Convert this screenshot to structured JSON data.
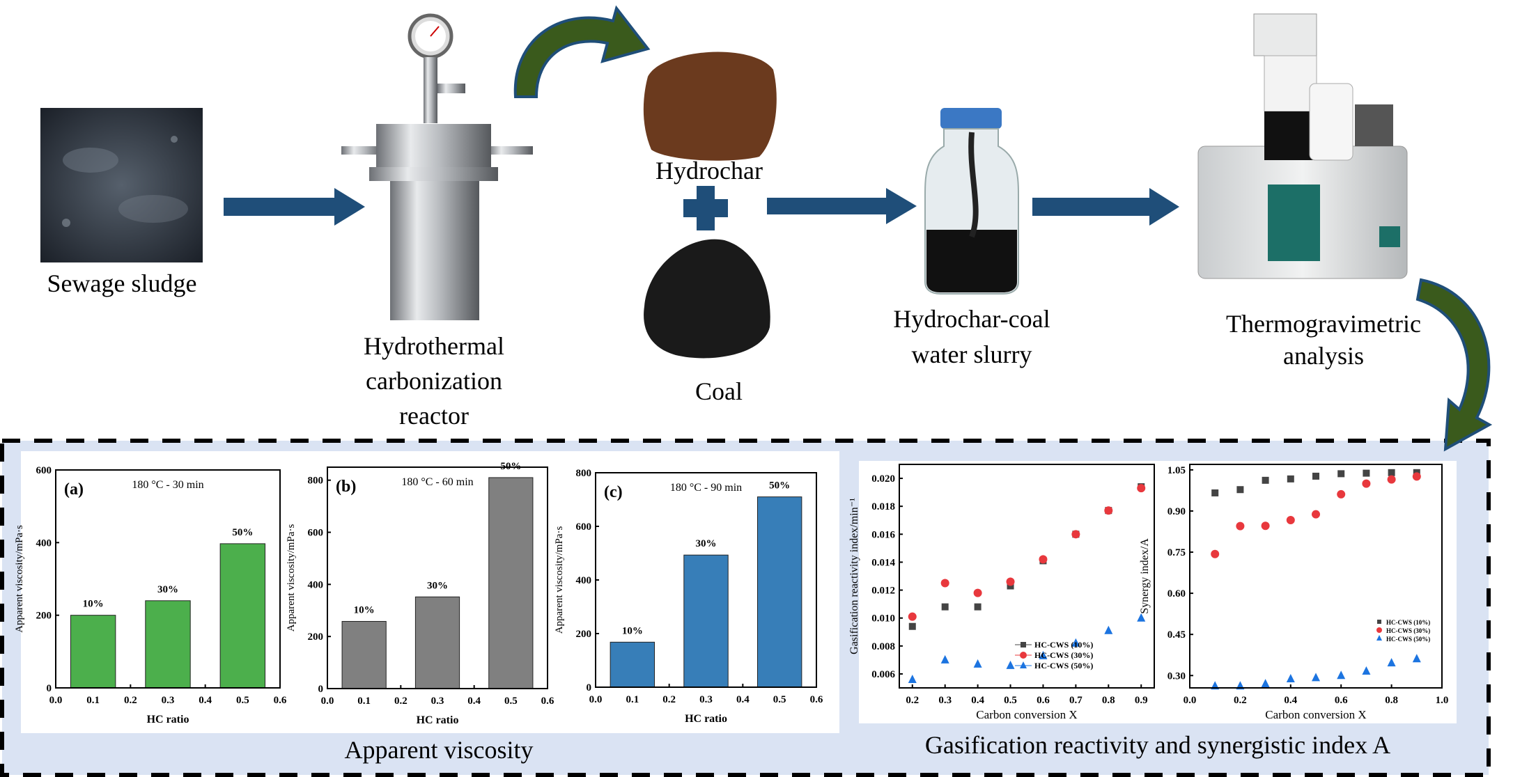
{
  "process": {
    "sewage_sludge": "Sewage sludge",
    "reactor": [
      "Hydrothermal",
      "carbonization",
      "reactor"
    ],
    "hydrochar": "Hydrochar",
    "coal": "Coal",
    "slurry": [
      "Hydrochar-coal",
      "water slurry"
    ],
    "tga": [
      "Thermogravimetric",
      "analysis"
    ]
  },
  "captions": {
    "viscosity": "Apparent viscosity",
    "gasification": "Gasification reactivity and synergistic index A"
  },
  "colors": {
    "flow_arrow": "#1f4e79",
    "curved_arrow": "#3a5a1c",
    "panel_bg": "#dae3f3",
    "bar_a": "#4caf4c",
    "bar_b": "#808080",
    "bar_c": "#377eb8",
    "hc10": "#444444",
    "hc30": "#e8383d",
    "hc50": "#1c74e0"
  },
  "chart_data": [
    {
      "type": "bar",
      "panel": "(a)",
      "annotation": "180 °C - 30 min",
      "xlabel": "HC ratio",
      "ylabel": "Apparent viscosity/mPa·s",
      "x": [
        0.1,
        0.3,
        0.5
      ],
      "values": [
        200,
        240,
        397
      ],
      "bar_labels": [
        "10%",
        "30%",
        "50%"
      ],
      "bar_width": 0.12,
      "xlim": [
        0,
        0.6
      ],
      "ylim": [
        0,
        600
      ],
      "xticks": [
        "0.0",
        "0.1",
        "0.2",
        "0.3",
        "0.4",
        "0.5",
        "0.6"
      ],
      "yticks": [
        "0",
        "200",
        "400",
        "600"
      ]
    },
    {
      "type": "bar",
      "panel": "(b)",
      "annotation": "180 °C - 60 min",
      "xlabel": "HC ratio",
      "ylabel": "Apparent viscosity/mPa·s",
      "x": [
        0.1,
        0.3,
        0.5
      ],
      "values": [
        258,
        352,
        810
      ],
      "bar_labels": [
        "10%",
        "30%",
        "50%"
      ],
      "bar_width": 0.12,
      "xlim": [
        0,
        0.6
      ],
      "ylim": [
        0,
        850
      ],
      "xticks": [
        "0.0",
        "0.1",
        "0.2",
        "0.3",
        "0.4",
        "0.5",
        "0.6"
      ],
      "yticks": [
        "0",
        "200",
        "400",
        "600",
        "800"
      ]
    },
    {
      "type": "bar",
      "panel": "(c)",
      "annotation": "180 °C - 90 min",
      "xlabel": "HC ratio",
      "ylabel": "Apparent viscosity/mPa·s",
      "x": [
        0.1,
        0.3,
        0.5
      ],
      "values": [
        168,
        493,
        710
      ],
      "bar_labels": [
        "10%",
        "30%",
        "50%"
      ],
      "bar_width": 0.12,
      "xlim": [
        0,
        0.6
      ],
      "ylim": [
        0,
        800
      ],
      "xticks": [
        "0.0",
        "0.1",
        "0.2",
        "0.3",
        "0.4",
        "0.5",
        "0.6"
      ],
      "yticks": [
        "0",
        "200",
        "400",
        "600",
        "800"
      ]
    },
    {
      "type": "scatter",
      "xlabel": "Carbon conversion X",
      "ylabel": "Gasification reactivity index/min⁻¹",
      "xlim": [
        0.16,
        0.94
      ],
      "ylim": [
        0.005,
        0.021
      ],
      "xticks": [
        "0.2",
        "0.3",
        "0.4",
        "0.5",
        "0.6",
        "0.7",
        "0.8",
        "0.9"
      ],
      "yticks": [
        "0.006",
        "0.008",
        "0.010",
        "0.012",
        "0.014",
        "0.016",
        "0.018",
        "0.020"
      ],
      "legend": "bottom-right",
      "legend_lines": true,
      "x": [
        0.2,
        0.3,
        0.4,
        0.5,
        0.6,
        0.7,
        0.8,
        0.9
      ],
      "series": [
        {
          "name": "HC-CWS (10%)",
          "marker": "square",
          "values": [
            0.0094,
            0.0108,
            0.0108,
            0.0123,
            0.0141,
            0.016,
            0.0177,
            0.0194
          ]
        },
        {
          "name": "HC-CWS (30%)",
          "marker": "circle",
          "values": [
            0.0101,
            0.0125,
            0.0118,
            0.0126,
            0.0142,
            0.016,
            0.0177,
            0.0193
          ]
        },
        {
          "name": "HC-CWS (50%)",
          "marker": "triangle",
          "values": [
            0.0056,
            0.007,
            0.0067,
            0.0066,
            0.0073,
            0.0082,
            0.0091,
            0.01
          ]
        }
      ]
    },
    {
      "type": "scatter",
      "xlabel": "Carbon conversion X",
      "ylabel": "Synergy index/A",
      "xlim": [
        0,
        1.0
      ],
      "ylim": [
        0.255,
        1.07
      ],
      "xticks": [
        "0.0",
        "0.2",
        "0.4",
        "0.6",
        "0.8",
        "1.0"
      ],
      "yticks": [
        "0.30",
        "0.45",
        "0.60",
        "0.75",
        "0.90",
        "1.05"
      ],
      "legend": "right",
      "legend_lines": false,
      "x": [
        0.1,
        0.2,
        0.3,
        0.4,
        0.5,
        0.6,
        0.7,
        0.8,
        0.9
      ],
      "series": [
        {
          "name": "HC-CWS (10%)",
          "marker": "square",
          "values": [
            0.966,
            0.978,
            1.012,
            1.017,
            1.027,
            1.036,
            1.038,
            1.04,
            1.04
          ]
        },
        {
          "name": "HC-CWS (30%)",
          "marker": "circle",
          "values": [
            0.743,
            0.845,
            0.846,
            0.867,
            0.888,
            0.961,
            1.0,
            1.015,
            1.026
          ]
        },
        {
          "name": "HC-CWS (50%)",
          "marker": "triangle",
          "values": [
            0.262,
            0.262,
            0.27,
            0.288,
            0.292,
            0.3,
            0.316,
            0.346,
            0.361
          ]
        }
      ]
    }
  ]
}
